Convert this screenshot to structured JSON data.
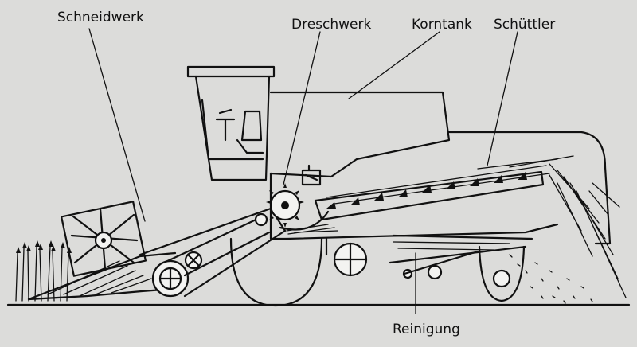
{
  "labels": {
    "schneidwerk": "Schneidwerk",
    "dreschwerk": "Dreschwerk",
    "korntank": "Korntank",
    "schuettler": "Schüttler",
    "reinigung": "Reinigung"
  },
  "colors": {
    "paper": "#dcdcda",
    "ink": "#111111"
  }
}
